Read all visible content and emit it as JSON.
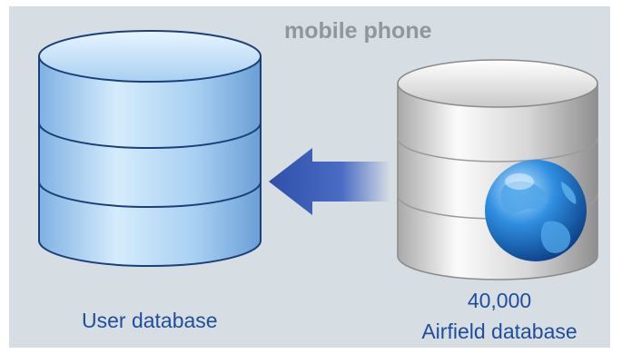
{
  "header": {
    "title": "mobile phone"
  },
  "user_db": {
    "label": "User database"
  },
  "airfield_db": {
    "count": "40,000",
    "label": "Airfield database"
  },
  "colors": {
    "panel_bg": "#d6dde3",
    "user_db_blue": "#9cc6ec",
    "arrow_blue": "#3d5fb5",
    "caption_text": "#1f4e9c",
    "header_text": "#8e979e"
  },
  "icons": {
    "left_cylinder": "user-database-icon",
    "right_cylinder": "airfield-database-icon",
    "arrow": "transfer-arrow-icon",
    "globe": "globe-icon"
  }
}
